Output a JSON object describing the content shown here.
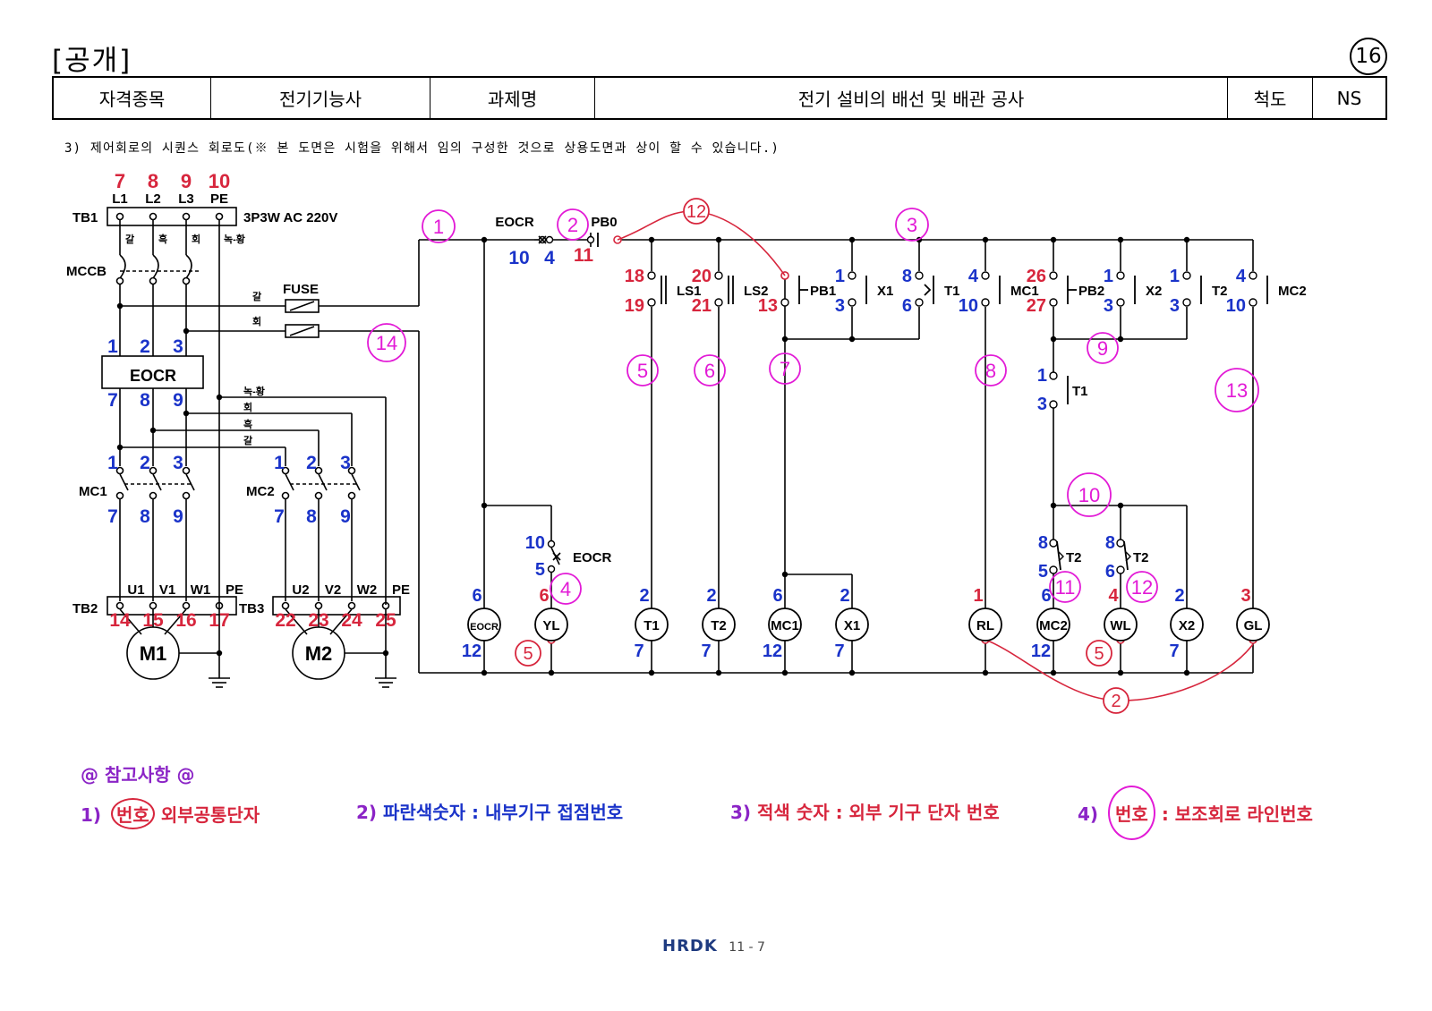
{
  "header": {
    "heading": "[공개]",
    "page_number": "16"
  },
  "info_table": {
    "cells": [
      "자격종목",
      "전기기능사",
      "과제명",
      "전기 설비의 배선 및 배관 공사",
      "척도",
      "NS"
    ]
  },
  "subtitle": "3) 제어회로의 시퀀스 회로도(※ 본 도면은 시험을 위해서 임의 구성한 것으로 상용도면과 상이 할 수 있습니다.)",
  "colors": {
    "red_number": "#d7263d",
    "blue_number": "#1a33c9",
    "magenta_circle": "#e21ad6",
    "red_wire": "#d7263d",
    "note_title": "#8b24c6"
  },
  "power_circuit": {
    "supply_numbers": [
      "7",
      "8",
      "9",
      "10"
    ],
    "supply_labels": [
      "L1",
      "L2",
      "L3",
      "PE"
    ],
    "tb1": "TB1",
    "supply": "3P3W AC 220V",
    "wire_colors": [
      "갈",
      "흑",
      "회",
      "녹-황"
    ],
    "mccb": "MCCB",
    "fuse": "FUSE",
    "fuse_wires": [
      "갈",
      "회"
    ],
    "eocr": "EOCR",
    "eocr_in": [
      "1",
      "2",
      "3"
    ],
    "eocr_out": [
      "7",
      "8",
      "9"
    ],
    "bus_wires": [
      "녹-황",
      "회",
      "흑",
      "갈"
    ],
    "mc1": "MC1",
    "mc2": "MC2",
    "mc_in": [
      "1",
      "2",
      "3"
    ],
    "mc_out": [
      "7",
      "8",
      "9"
    ],
    "tb2": "TB2",
    "tb3": "TB3",
    "tb2_labels": [
      "U1",
      "V1",
      "W1",
      "PE"
    ],
    "tb3_labels": [
      "U2",
      "V2",
      "W2",
      "PE"
    ],
    "tb2_numbers": [
      "14",
      "15",
      "16",
      "17"
    ],
    "tb3_numbers": [
      "22",
      "23",
      "24",
      "25"
    ],
    "motors": [
      "M1",
      "M2"
    ],
    "line_14": "14"
  },
  "control_circuit": {
    "line_numbers": [
      "1",
      "2",
      "3",
      "5",
      "6",
      "7",
      "8",
      "9",
      "10",
      "11",
      "12",
      "13",
      "4",
      "5",
      "5",
      "2"
    ],
    "eocr_label": "EOCR",
    "pb0_label": "PB0",
    "eocr_nums": [
      "10",
      "4"
    ],
    "pb0_num": "11",
    "wire_12": "12",
    "contacts": [
      {
        "label": "LS1",
        "top": "18",
        "bottom": "19"
      },
      {
        "label": "LS2",
        "top": "20",
        "bottom": "21"
      },
      {
        "label": "PB1",
        "top": "",
        "bottom": "13"
      },
      {
        "label": "X1",
        "top": "1",
        "bottom": "3"
      },
      {
        "label": "T1",
        "top": "8",
        "bottom": "6"
      },
      {
        "label": "MC1",
        "top": "4",
        "bottom": "10"
      },
      {
        "label": "PB2",
        "top": "26",
        "bottom": "27"
      },
      {
        "label": "X2",
        "top": "1",
        "bottom": "3"
      },
      {
        "label": "T2",
        "top": "1",
        "bottom": "3"
      },
      {
        "label": "MC2",
        "top": "4",
        "bottom": "10"
      }
    ],
    "t1_contact": {
      "label": "T1",
      "top": "1",
      "bottom": "3"
    },
    "eocr_nc": {
      "label": "EOCR",
      "top": "10",
      "bottom": "5"
    },
    "t2_contacts": [
      {
        "label": "T2",
        "top": "8",
        "bottom": "5"
      },
      {
        "label": "T2",
        "top": "8",
        "bottom": "6"
      }
    ],
    "loads": [
      {
        "label": "EOCR",
        "top": "6",
        "bottom": "12"
      },
      {
        "label": "YL",
        "top": "6",
        "bottom": ""
      },
      {
        "label": "T1",
        "top": "2",
        "bottom": "7"
      },
      {
        "label": "T2",
        "top": "2",
        "bottom": "7"
      },
      {
        "label": "MC1",
        "top": "6",
        "bottom": "12"
      },
      {
        "label": "X1",
        "top": "2",
        "bottom": "7"
      },
      {
        "label": "RL",
        "top": "1",
        "bottom": ""
      },
      {
        "label": "MC2",
        "top": "6",
        "bottom": "12"
      },
      {
        "label": "WL",
        "top": "4",
        "bottom": ""
      },
      {
        "label": "X2",
        "top": "2",
        "bottom": "7"
      },
      {
        "label": "GL",
        "top": "3",
        "bottom": ""
      }
    ]
  },
  "notes": {
    "title": "@ 참고사항 @",
    "items": [
      {
        "prefix": "1)",
        "circled": "번호",
        "text": "외부공통단자"
      },
      {
        "prefix": "2)",
        "circled": "",
        "text_a": "파란색숫자",
        "text_b": ": 내부기구 접점번호"
      },
      {
        "prefix": "3)",
        "circled": "",
        "text_a": "적색 숫자",
        "text_b": ": 외부 기구 단자 번호"
      },
      {
        "prefix": "4)",
        "circled": "번호",
        "text": ": 보조회로 라인번호"
      }
    ]
  },
  "footer": {
    "logo": "HRDK",
    "page": "11 - 7"
  }
}
